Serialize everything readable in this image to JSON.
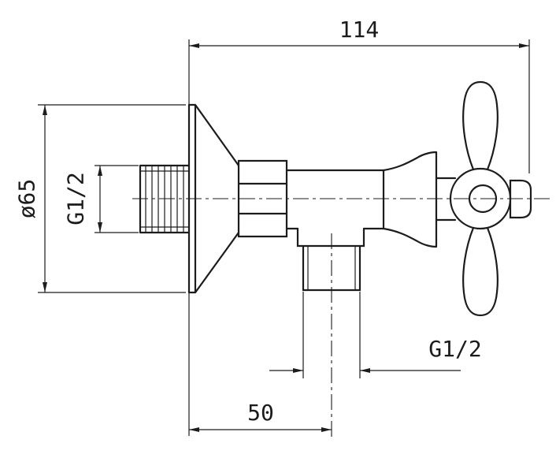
{
  "drawing": {
    "subject": "Angle valve with cross handle - dimensioned technical drawing",
    "background_color": "#ffffff",
    "line_color": "#1c1c1c",
    "dimensions": {
      "overall_width": "114",
      "flange_diameter": "ø65",
      "inlet_thread": "G1/2",
      "outlet_thread": "G1/2",
      "wall_to_outlet_offset": "50"
    }
  }
}
